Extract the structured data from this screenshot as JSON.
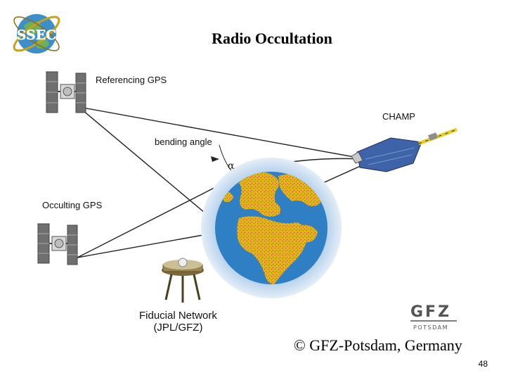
{
  "slide": {
    "title": "Radio Occultation",
    "copyright": "© GFZ-Potsdam, Germany",
    "page_number": "48"
  },
  "logos": {
    "top_left": "SSEC",
    "bottom_right_main": "GFZ",
    "bottom_right_sub": "POTSDAM"
  },
  "diagram": {
    "referencing_gps": "Referencing GPS",
    "champ": "CHAMP",
    "bending_angle": "bending angle",
    "alpha": "α",
    "occulting_gps": "Occulting GPS",
    "fiducial_line1": "Fiducial Network",
    "fiducial_line2": "(JPL/GFZ)"
  },
  "colors": {
    "ocean": "#2f7fc4",
    "land": "#e0b419",
    "atmosphere": "#c9def0",
    "panel": "#6f6f6f",
    "champ_body": "#3f63a8",
    "champ_boom": "#e8cf25",
    "gfz_logo": "#555555"
  }
}
